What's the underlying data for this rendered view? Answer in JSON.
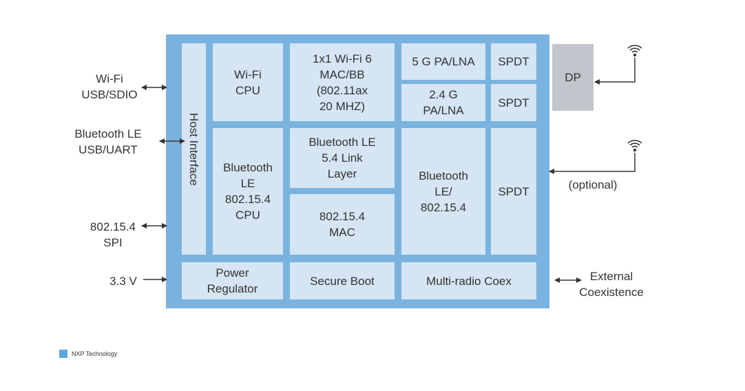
{
  "blocks": {
    "host_interface": "Host Interface",
    "wifi_cpu": "Wi-Fi\nCPU",
    "wifi6_macbb": "1x1 Wi-Fi 6\nMAC/BB\n(802.11ax\n20 MHZ)",
    "pa_lna_5g": "5 G PA/LNA",
    "spdt_1": "SPDT",
    "pa_lna_24g": "2.4 G\nPA/LNA",
    "spdt_2": "SPDT",
    "bt_cpu": "Bluetooth\nLE\n802.15.4\nCPU",
    "bt_link_layer": "Bluetooth LE\n5.4 Link\nLayer",
    "mac_802154": "802.15.4\nMAC",
    "bt_radio": "Bluetooth\nLE/\n802.15.4",
    "spdt_3": "SPDT",
    "power_regulator": "Power\nRegulator",
    "secure_boot": "Secure Boot",
    "coex": "Multi-radio Coex"
  },
  "external": {
    "wifi_if": "Wi-Fi\nUSB/SDIO",
    "bt_if": "Bluetooth LE\nUSB/UART",
    "spi_if": "802.15.4\nSPI",
    "power": "3.3 V",
    "dp": "DP",
    "optional": "(optional)",
    "ext_coex": "External\nCoexistence"
  },
  "legend": {
    "label": "NXP Technology",
    "color": "#5aa6dc"
  },
  "colors": {
    "chip": "#7ab3df",
    "block": "#d5e5f3",
    "dp": "#c2c6cc"
  },
  "icons": [
    "antenna-icon",
    "antenna-icon"
  ]
}
